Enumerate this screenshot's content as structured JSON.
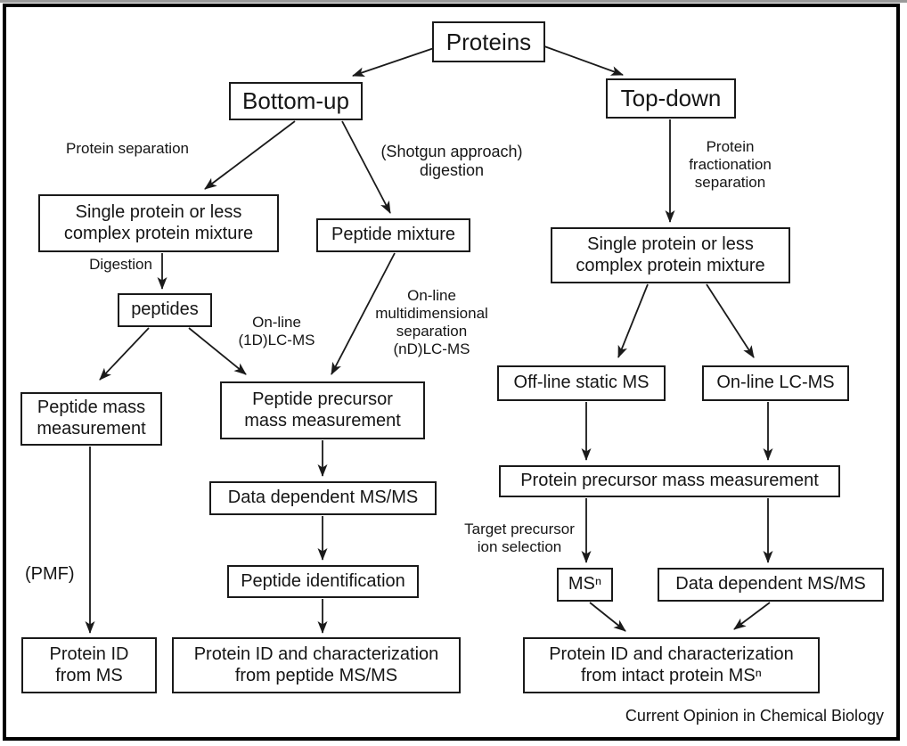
{
  "figure": {
    "credit": "Current Opinion in Chemical Biology"
  },
  "nodes": {
    "proteins": "Proteins",
    "bottom_up": "Bottom-up",
    "top_down": "Top-down",
    "single_protein_left": "Single protein or less\ncomplex protein mixture",
    "peptide_mixture": "Peptide mixture",
    "single_protein_right": "Single protein or less\ncomplex protein mixture",
    "peptides": "peptides",
    "peptide_mass": "Peptide mass\nmeasurement",
    "peptide_precursor": "Peptide precursor\nmass measurement",
    "offline_static_ms": "Off-line static MS",
    "online_lc_ms": "On-line LC-MS",
    "data_dependent_msms_mid": "Data dependent MS/MS",
    "protein_precursor": "Protein precursor mass measurement",
    "peptide_identification": "Peptide identification",
    "msn": "MSⁿ",
    "data_dependent_msms_right": "Data dependent MS/MS",
    "protein_id_from_ms": "Protein ID\nfrom MS",
    "protein_id_peptide": "Protein ID and characterization\nfrom peptide MS/MS",
    "protein_id_intact": "Protein ID and characterization\nfrom  intact protein MSⁿ"
  },
  "edge_labels": {
    "protein_separation": "Protein separation",
    "shotgun_digestion": "(Shotgun approach)\ndigestion",
    "digestion": "Digestion",
    "online_1d_lcms": "On-line\n(1D)LC-MS",
    "online_multidim": "On-line\nmultidimensional\nseparation\n(nD)LC-MS",
    "protein_fractionation": "Protein\nfractionation\nseparation",
    "target_precursor": "Target precursor\nion selection",
    "pmf": "(PMF)"
  }
}
